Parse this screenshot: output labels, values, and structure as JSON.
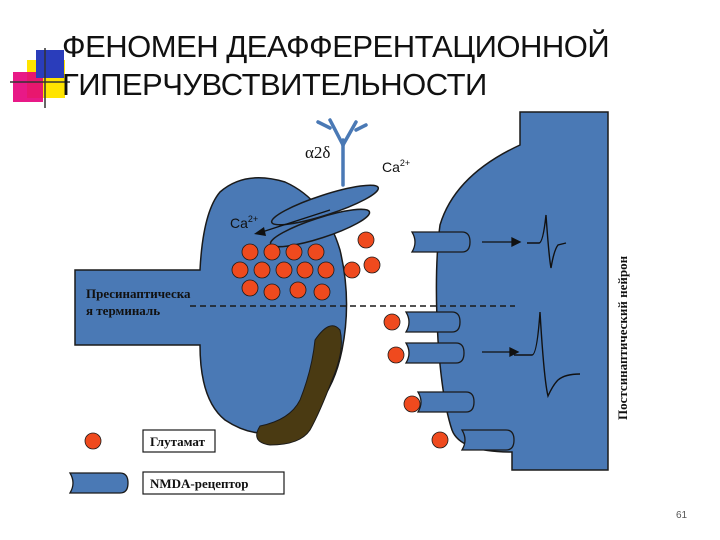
{
  "slide": {
    "title_line1": "ФЕНОМЕН ДЕАФФЕРЕНТАЦИОННОЙ",
    "title_line2": "ГИПЕРЧУВСТВИТЕЛЬНОСТИ",
    "page_number": "61"
  },
  "diagram": {
    "alpha_delta_label": "α2δ",
    "ca_label_top": "Ca",
    "ca_label_inner": "Ca",
    "ca_superscript": "2+",
    "presynaptic_label_line1": "Пресинаптическа",
    "presynaptic_label_line2": "я терминаль",
    "postsynaptic_label": "Постсинаптический нейрон"
  },
  "legend": {
    "glutamate_label": "Глутамат",
    "nmda_label": "NMDA-рецептор"
  },
  "colors": {
    "neuron_fill": "#4a79b5",
    "outline": "#1a1a1a",
    "glutamate": "#ef4a1e",
    "glia": "#4a3a12",
    "title_square_yellow": "#ffe400",
    "title_square_magenta": "#e6007a",
    "title_square_blue": "#2a3dbb"
  }
}
